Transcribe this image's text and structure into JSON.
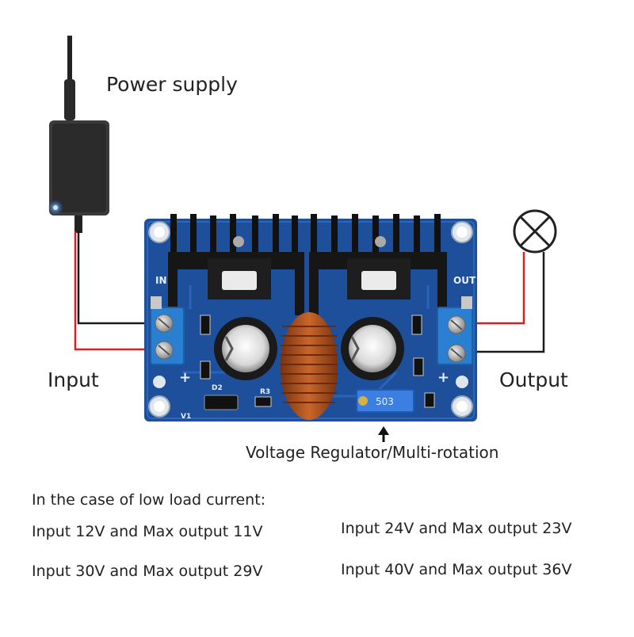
{
  "labels": {
    "power_supply": "Power supply",
    "input": "Input",
    "output": "Output",
    "regulator": "Voltage Regulator/Multi-rotation"
  },
  "notes": {
    "heading": "In the case of low load current:",
    "rows": [
      "Input 12V and Max output 11V",
      "Input 24V and Max output 23V",
      "Input 30V and Max output 29V",
      "Input 40V and Max output 36V"
    ]
  },
  "board": {
    "in": "IN",
    "out": "OUT",
    "pot": "503",
    "d2": "D2",
    "r3": "R3",
    "v1": "V1"
  },
  "colors": {
    "pcb": "#1d4f9a",
    "wire_red": "#d42020",
    "wire_black": "#1a1a1a",
    "terminal": "#2a7fd0",
    "coil": "#b4531f"
  },
  "icons": [
    "power-adapter-icon",
    "lamp-icon",
    "arrow-up-icon"
  ]
}
